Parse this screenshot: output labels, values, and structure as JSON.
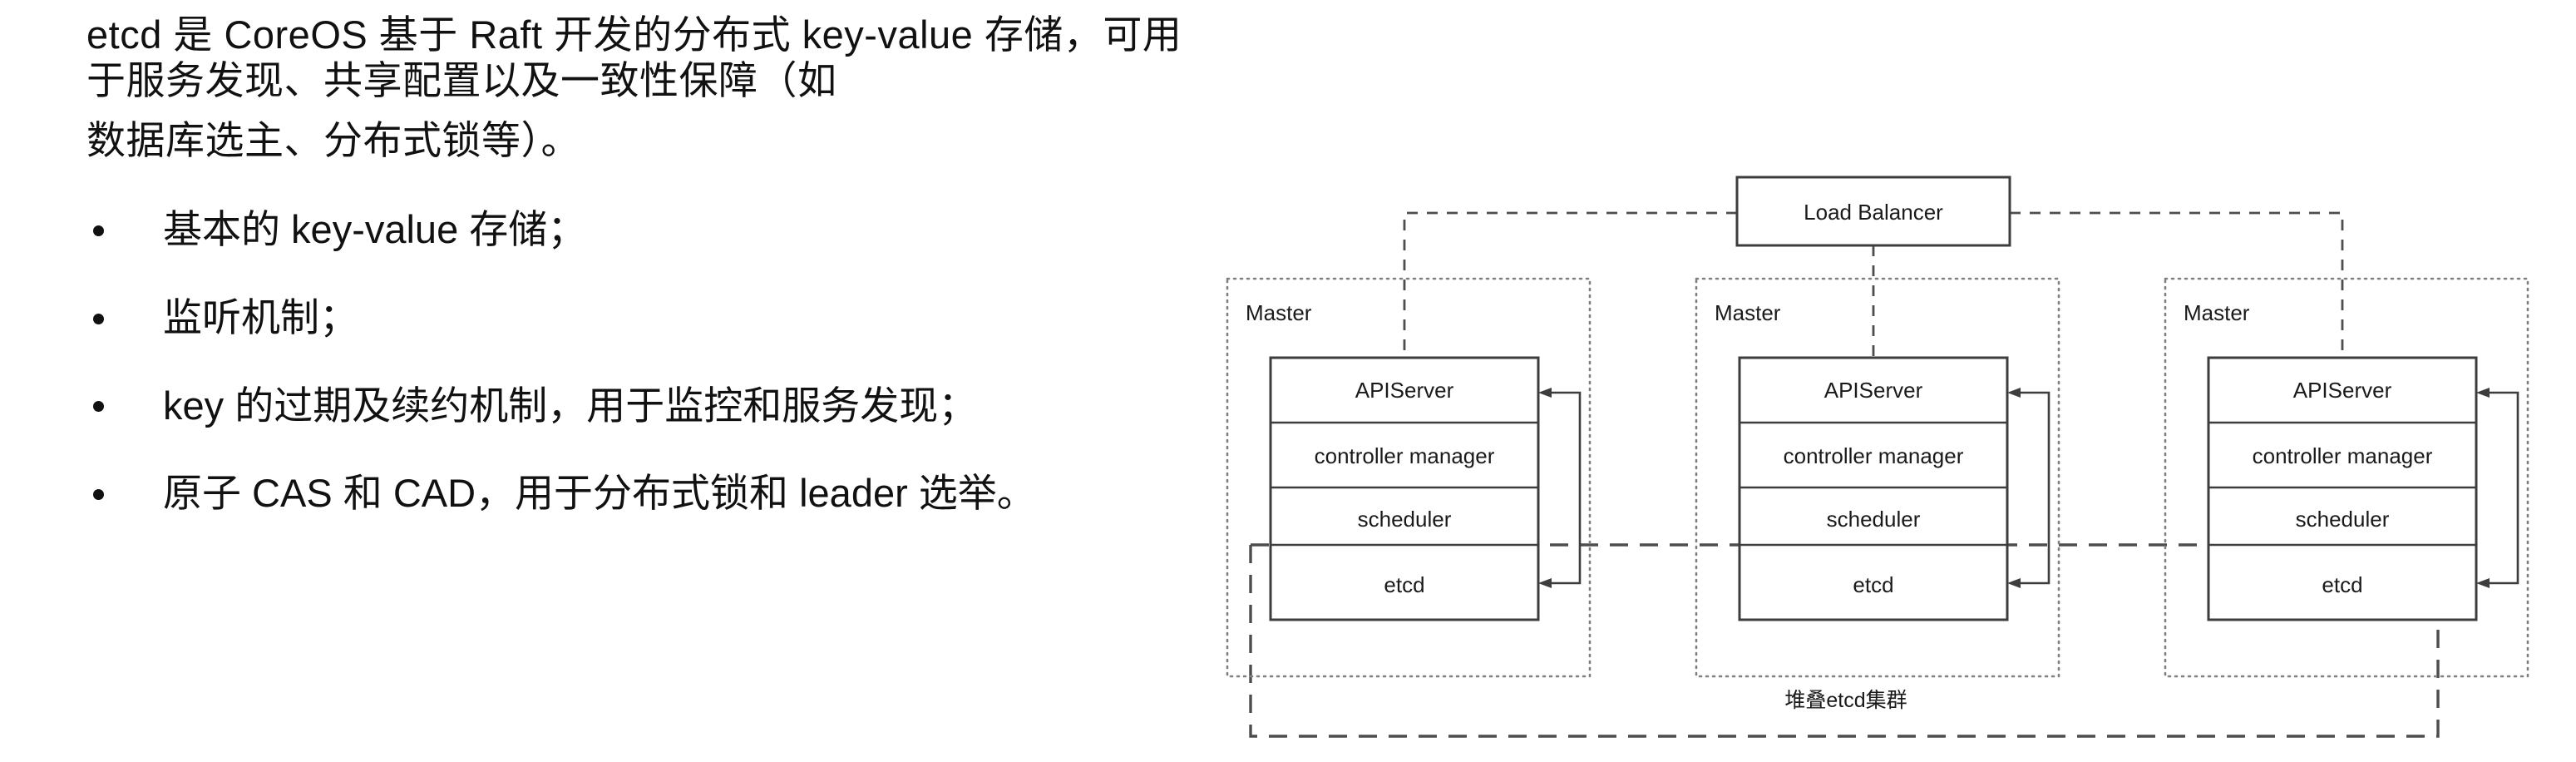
{
  "article": {
    "paragraph": {
      "line1": "etcd 是 CoreOS 基于 Raft 开发的分布式 key-value 存储，可用于服务发现、共享配置以及一致性保障（如",
      "line2": "数据库选主、分布式锁等）。"
    },
    "bullets": [
      "基本的 key-value 存储；",
      "监听机制；",
      "key 的过期及续约机制，用于监控和服务发现；",
      "原子 CAS 和 CAD，用于分布式锁和 leader 选举。"
    ]
  },
  "diagram": {
    "load_balancer": "Load Balancer",
    "cluster_label": "堆叠etcd集群",
    "masters": [
      {
        "title": "Master",
        "components": [
          "APIServer",
          "controller manager",
          "scheduler",
          "etcd"
        ]
      },
      {
        "title": "Master",
        "components": [
          "APIServer",
          "controller manager",
          "scheduler",
          "etcd"
        ]
      },
      {
        "title": "Master",
        "components": [
          "APIServer",
          "controller manager",
          "scheduler",
          "etcd"
        ]
      }
    ],
    "colors": {
      "stroke": "#4d4d4d",
      "text": "#1a1a1a",
      "background": "#ffffff"
    }
  }
}
